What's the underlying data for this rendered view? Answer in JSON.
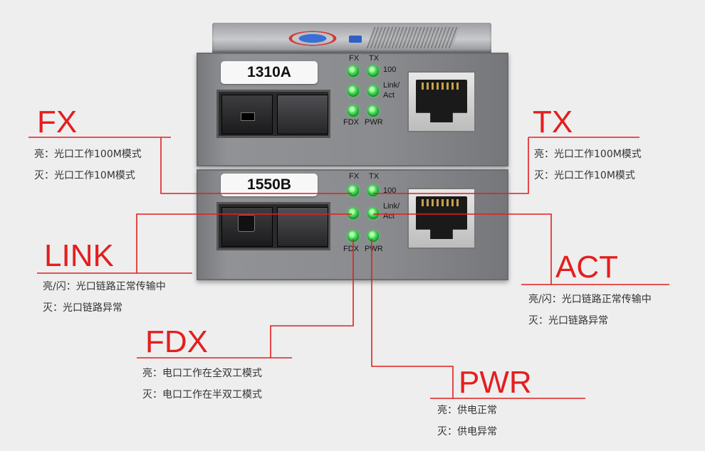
{
  "devices": [
    {
      "model": "1310A",
      "leds": [
        "FX",
        "TX",
        "100",
        "Link/",
        "Act",
        "FDX",
        "PWR"
      ]
    },
    {
      "model": "1550B",
      "leds": [
        "FX",
        "TX",
        "100",
        "Link/",
        "Act",
        "FDX",
        "PWR"
      ]
    }
  ],
  "callouts": {
    "fx": {
      "title": "FX",
      "lines": [
        "亮：光口工作100M模式",
        "灭：光口工作10M模式"
      ]
    },
    "tx": {
      "title": "TX",
      "lines": [
        "亮：光口工作100M模式",
        "灭：光口工作10M模式"
      ]
    },
    "link": {
      "title": "LINK",
      "lines": [
        "亮/闪：光口链路正常传输中",
        "灭：光口链路异常"
      ]
    },
    "act": {
      "title": "ACT",
      "lines": [
        "亮/闪：光口链路正常传输中",
        "灭：光口链路异常"
      ]
    },
    "fdx": {
      "title": "FDX",
      "lines": [
        "亮：电口工作在全双工模式",
        "灭：电口工作在半双工模式"
      ]
    },
    "pwr": {
      "title": "PWR",
      "lines": [
        "亮：供电正常",
        "灭：供电异常"
      ]
    }
  },
  "colors": {
    "callout": "#e41e1e",
    "led": "#35d24a",
    "background": "#eeeeee"
  }
}
